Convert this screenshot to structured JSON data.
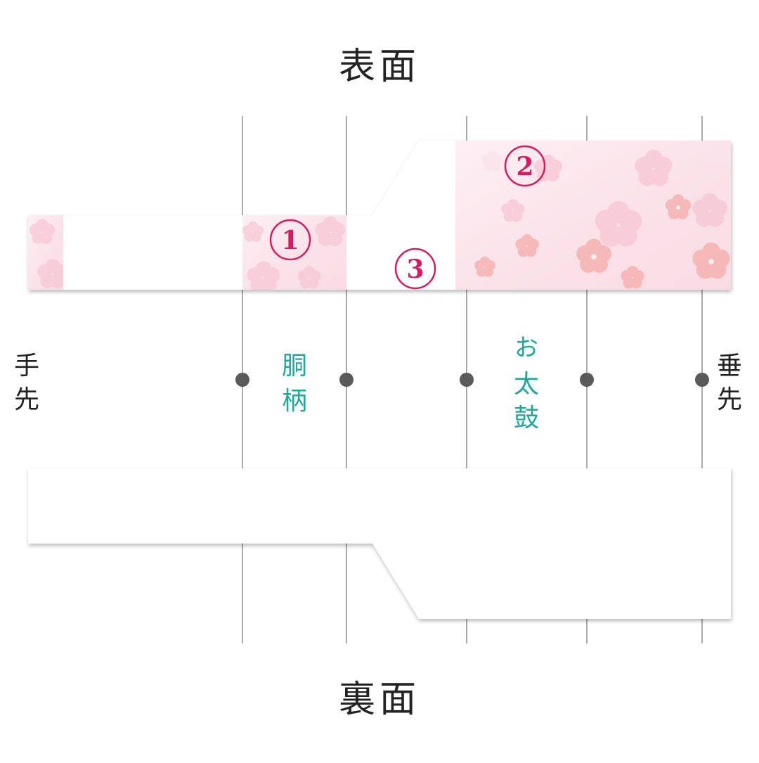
{
  "headings": {
    "front": "表面",
    "back": "裏面"
  },
  "ends": {
    "left": [
      "手",
      "先"
    ],
    "right": [
      "垂",
      "先"
    ]
  },
  "sections": {
    "dou": [
      "胴",
      "柄"
    ],
    "otaiko": [
      "お",
      "太",
      "鼓"
    ]
  },
  "markers": {
    "m1": "1",
    "m2": "2",
    "m3": "3"
  },
  "colors": {
    "marker": "#d81b60",
    "section_label": "#1fa89a",
    "guide_line": "#555555",
    "dot": "#5a5a5a",
    "blossom_light": "#f7c6d4",
    "blossom_pale": "#fbe4ec",
    "blossom_salmon": "#f4a4a0"
  }
}
